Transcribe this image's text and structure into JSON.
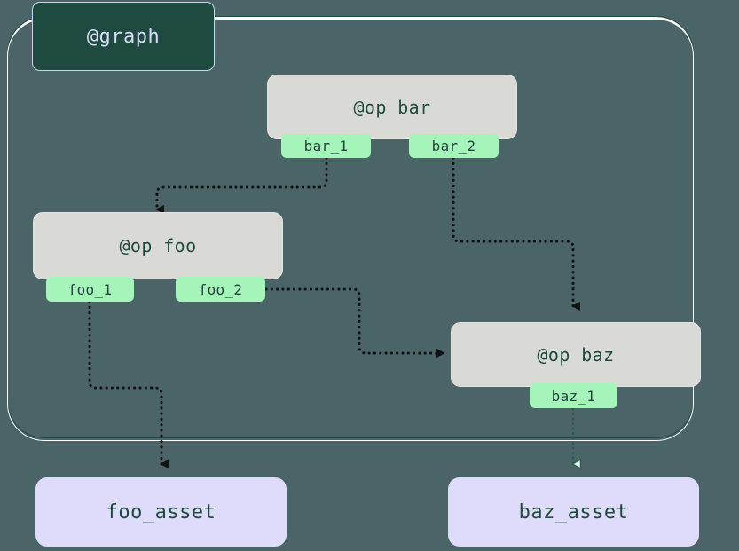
{
  "diagram": {
    "type": "dependency-graph",
    "background_color": "#4a6468",
    "subgraph": {
      "label": "@graph",
      "label_bg": "#1f4a3f",
      "label_text_color": "#d7dcf7",
      "border_color": "#1f4a3f",
      "border_highlight_color": "#ffffff"
    },
    "op_nodes": [
      {
        "id": "bar",
        "label": "@op bar",
        "ports": [
          {
            "id": "bar_1",
            "label": "bar_1"
          },
          {
            "id": "bar_2",
            "label": "bar_2"
          }
        ]
      },
      {
        "id": "foo",
        "label": "@op foo",
        "ports": [
          {
            "id": "foo_1",
            "label": "foo_1"
          },
          {
            "id": "foo_2",
            "label": "foo_2"
          }
        ]
      },
      {
        "id": "baz",
        "label": "@op baz",
        "ports": [
          {
            "id": "baz_1",
            "label": "baz_1"
          }
        ]
      }
    ],
    "asset_nodes": [
      {
        "id": "foo_asset",
        "label": "foo_asset"
      },
      {
        "id": "baz_asset",
        "label": "baz_asset"
      }
    ],
    "edges": [
      {
        "from": "bar_1",
        "to": "foo",
        "style": "dotted",
        "color": "#111111",
        "arrow": "solid"
      },
      {
        "from": "bar_2",
        "to": "baz",
        "style": "dotted",
        "color": "#111111",
        "arrow": "solid"
      },
      {
        "from": "foo_2",
        "to": "baz",
        "style": "dotted",
        "color": "#111111",
        "arrow": "solid"
      },
      {
        "from": "foo_1",
        "to": "foo_asset",
        "style": "dotted",
        "color": "#111111",
        "arrow": "solid"
      },
      {
        "from": "baz_1",
        "to": "baz_asset",
        "style": "dotted",
        "color": "#2b5d4f",
        "arrow": "hollow"
      }
    ],
    "colors": {
      "op_node_bg": "#d9d9d6",
      "port_bg": "#a5f5bb",
      "asset_bg": "#dedcfa",
      "text_dark_green": "#1f4a3f"
    }
  }
}
